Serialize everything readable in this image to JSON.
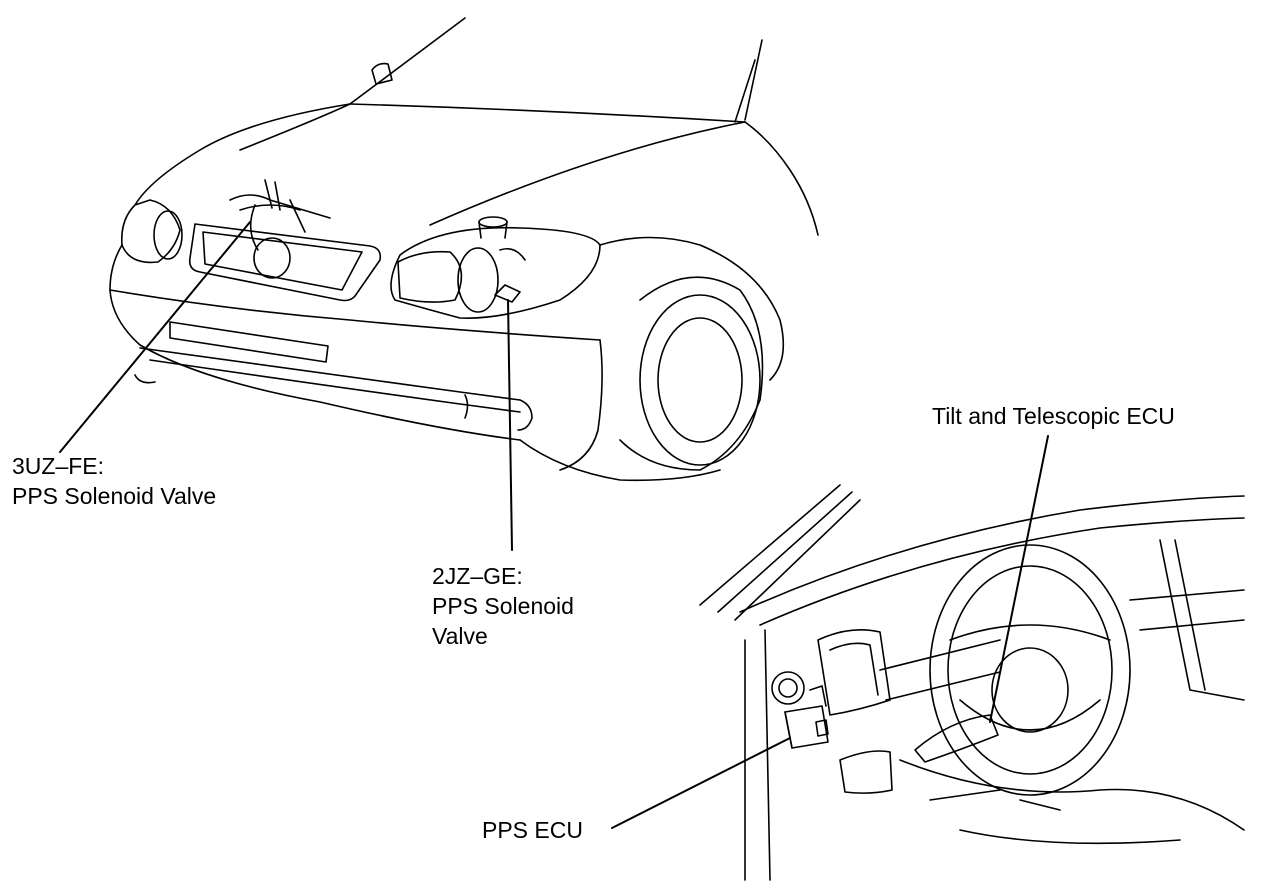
{
  "labels": {
    "solenoid_3uz": {
      "line1": "3UZ–FE:",
      "line2": "PPS Solenoid Valve"
    },
    "solenoid_2jz": {
      "line1": "2JZ–GE:",
      "line2": "PPS Solenoid",
      "line3": "Valve"
    },
    "tilt_ecu": "Tilt and Telescopic ECU",
    "pps_ecu": "PPS ECU"
  },
  "colors": {
    "ink": "#000000",
    "background": "#ffffff"
  }
}
